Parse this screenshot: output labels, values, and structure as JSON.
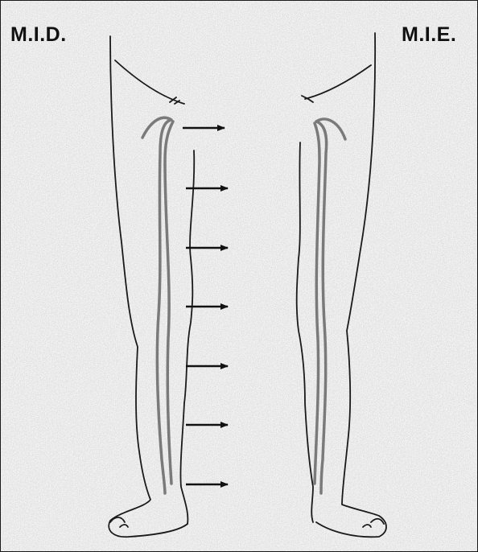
{
  "labels": {
    "left_leg": "M.I.D.",
    "right_leg": "M.I.E."
  },
  "colors": {
    "background": "#cfcfcf",
    "speckle_light": "#f2f2f2",
    "outline": "#1a1a1a",
    "vein": "#7a7a7a",
    "arrow": "#111111"
  },
  "arrows": {
    "count": 7,
    "side": "left-leg",
    "direction": "right"
  }
}
